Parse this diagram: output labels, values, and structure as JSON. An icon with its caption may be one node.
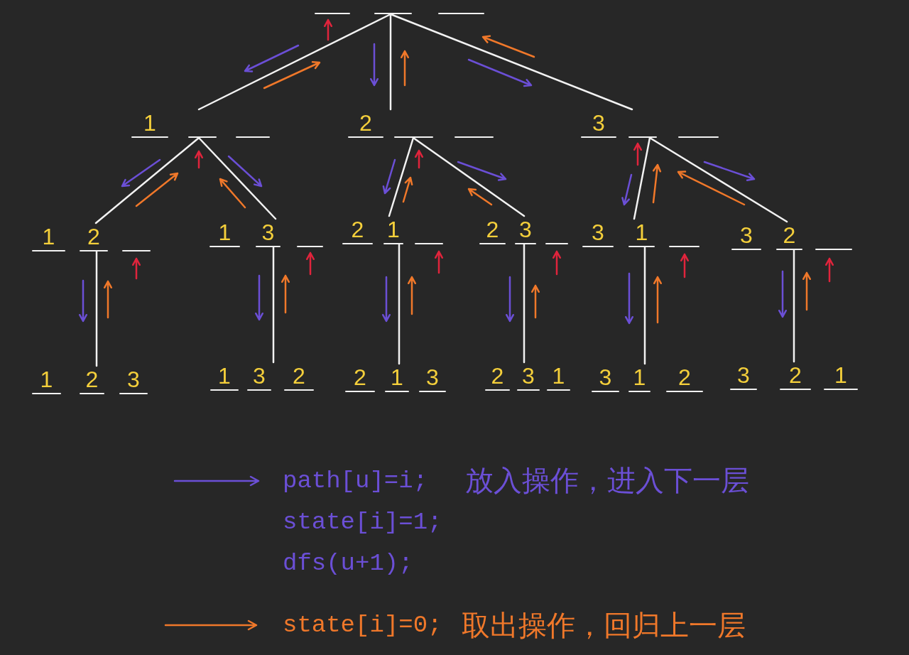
{
  "diagram": {
    "nodes": [
      {
        "text": [],
        "shape": "bar"
      },
      {
        "text": [
          "1"
        ]
      },
      {
        "text": [
          "2"
        ]
      },
      {
        "text": [
          "3"
        ]
      },
      {
        "text": [
          "1",
          "2"
        ]
      },
      {
        "text": [
          "1",
          "3"
        ]
      },
      {
        "text": [
          "2",
          "1"
        ]
      },
      {
        "text": [
          "2",
          "3"
        ]
      },
      {
        "text": [
          "3",
          "1"
        ]
      },
      {
        "text": [
          "3",
          "2"
        ]
      },
      {
        "text": [
          "1",
          "2",
          "3"
        ]
      },
      {
        "text": [
          "1",
          "3",
          "2"
        ]
      },
      {
        "text": [
          "2",
          "1",
          "3"
        ]
      },
      {
        "text": [
          "2",
          "3",
          "1"
        ]
      },
      {
        "text": [
          "3",
          "1",
          "2"
        ]
      },
      {
        "text": [
          "3",
          "2",
          "1"
        ]
      }
    ],
    "edges": [
      {
        "from": 0,
        "to": 1,
        "arrow": "none"
      },
      {
        "from": 0,
        "to": 2,
        "arrow": "none"
      },
      {
        "from": 0,
        "to": 3,
        "arrow": "none"
      },
      {
        "from": 1,
        "to": 4,
        "arrow": "none"
      },
      {
        "from": 1,
        "to": 5,
        "arrow": "none"
      },
      {
        "from": 2,
        "to": 6,
        "arrow": "none"
      },
      {
        "from": 2,
        "to": 7,
        "arrow": "none"
      },
      {
        "from": 3,
        "to": 8,
        "arrow": "none"
      },
      {
        "from": 3,
        "to": 9,
        "arrow": "none"
      },
      {
        "from": 4,
        "to": 10,
        "arrow": "none"
      },
      {
        "from": 5,
        "to": 11,
        "arrow": "none"
      },
      {
        "from": 6,
        "to": 12,
        "arrow": "none"
      },
      {
        "from": 7,
        "to": 13,
        "arrow": "none"
      },
      {
        "from": 8,
        "to": 14,
        "arrow": "none"
      },
      {
        "from": 9,
        "to": 15,
        "arrow": "none"
      }
    ],
    "labels": [
      "放入操作，进入下一层",
      "取出操作，回归上一层"
    ],
    "legend": [
      {
        "text": "path[u]=i; state[i]=1; dfs(u+1);",
        "color": "#6b4fd6"
      },
      {
        "text": "state[i]=0;",
        "color": "#f0782a"
      }
    ]
  }
}
